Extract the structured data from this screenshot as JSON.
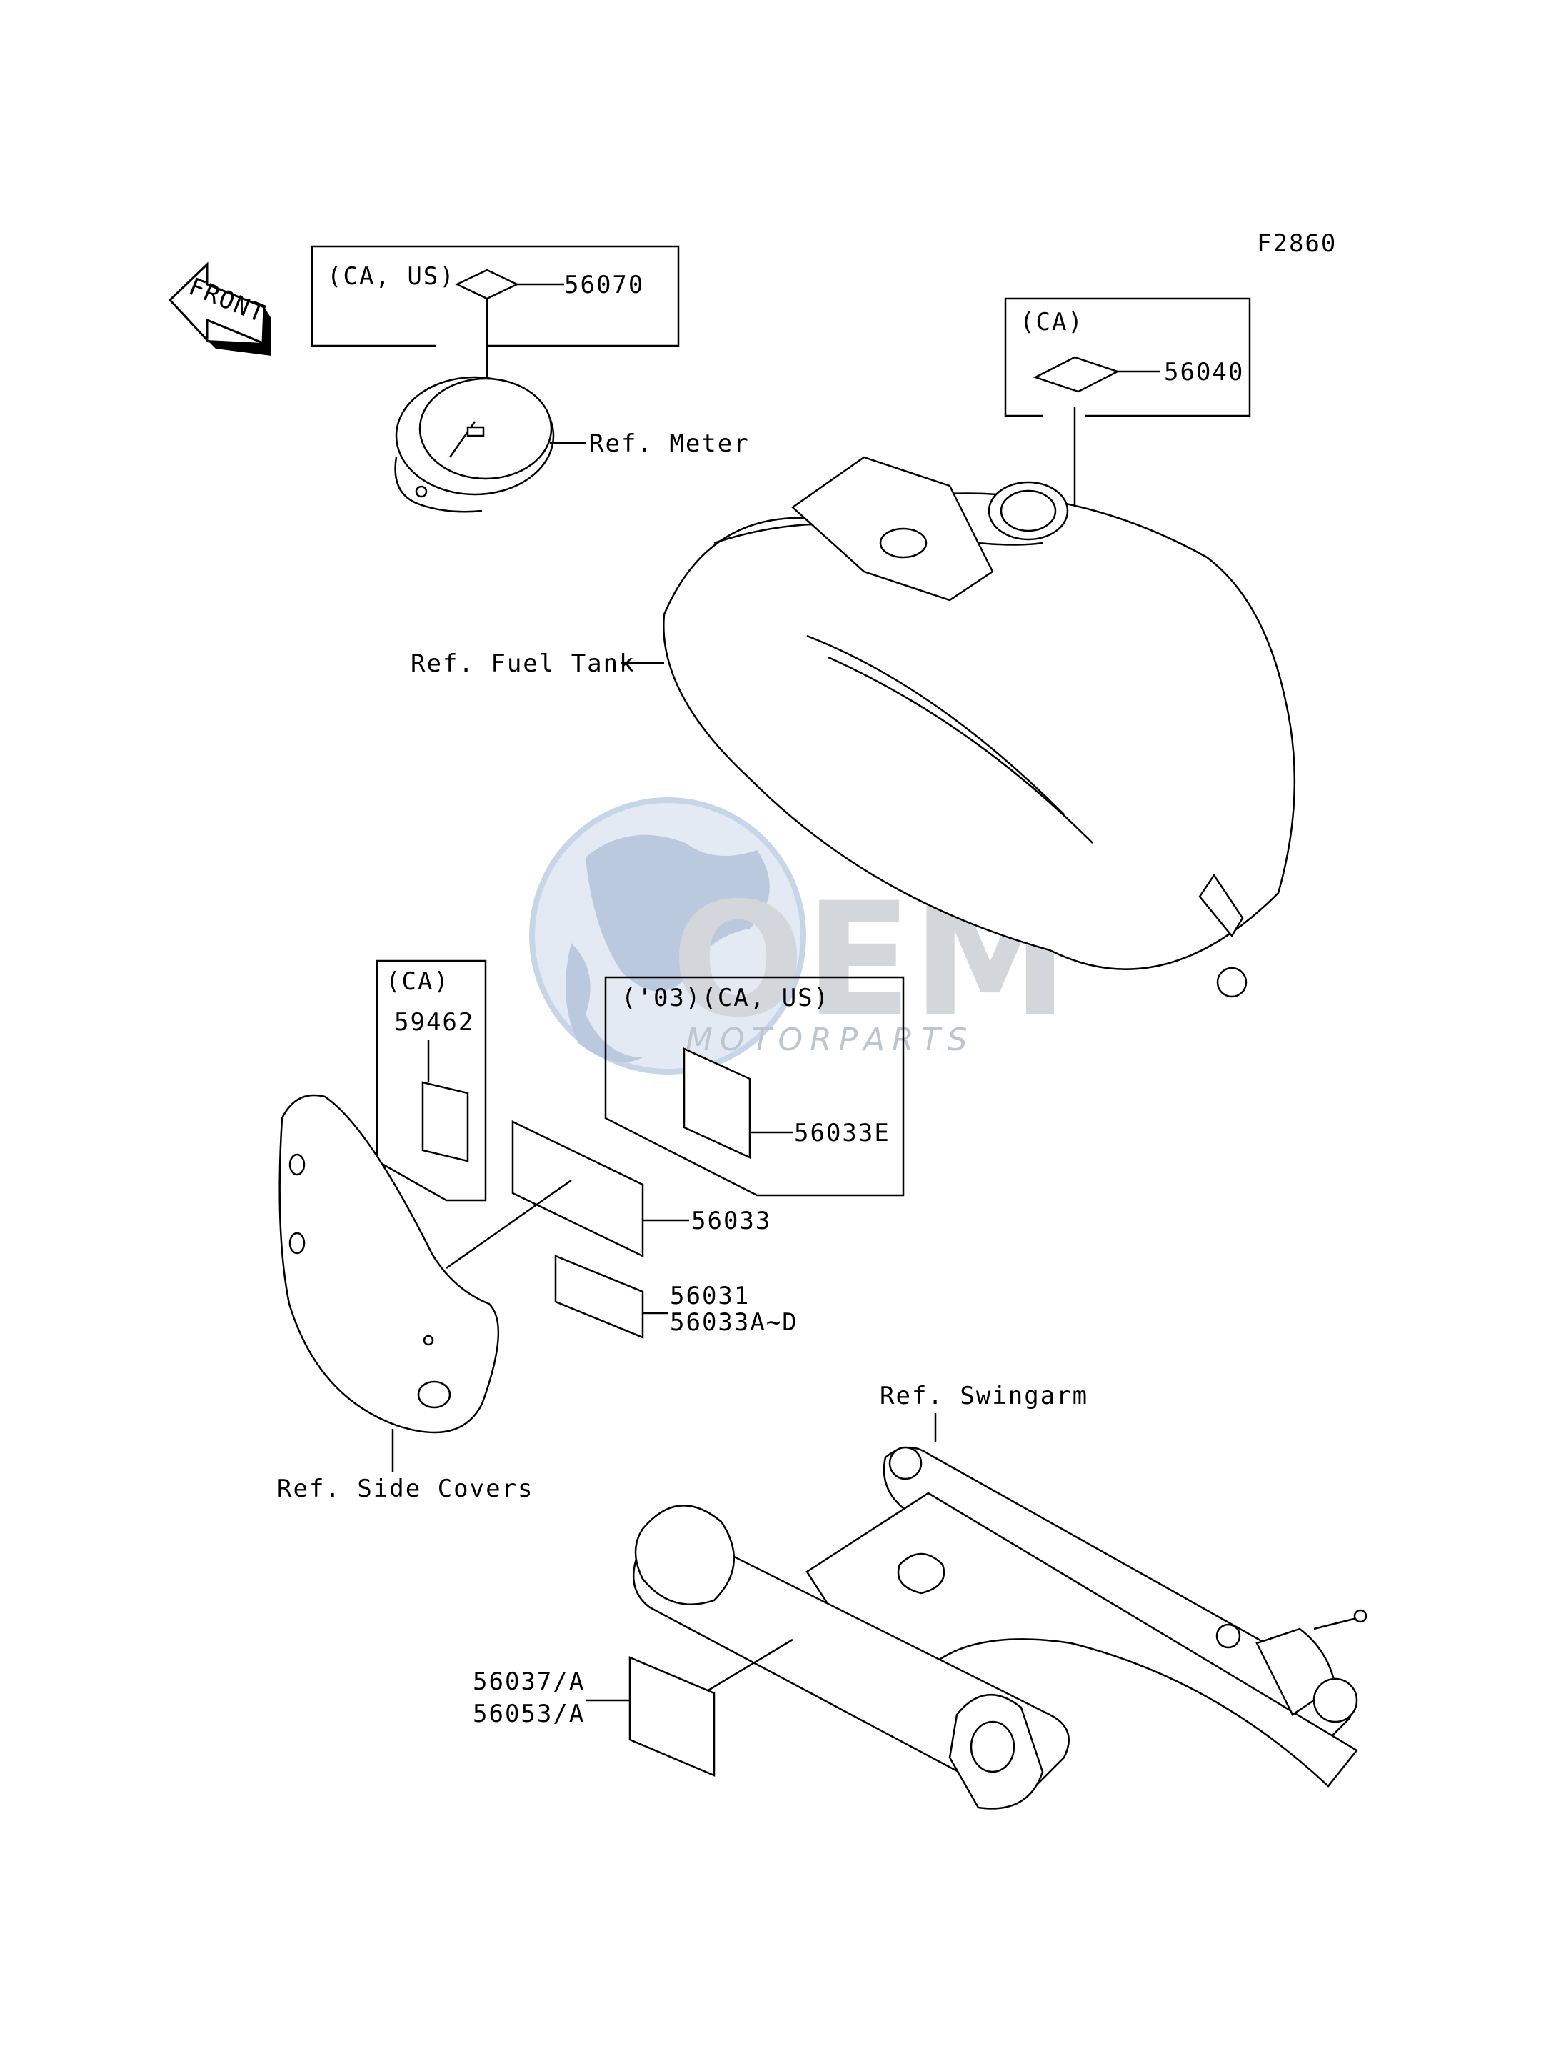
{
  "figure_code": "F2860",
  "front_arrow": "FRONT",
  "watermark": {
    "brand": "OEM",
    "sub": "MOTORPARTS"
  },
  "callouts": {
    "top_left_group": {
      "region": "(CA, US)",
      "part": "56070"
    },
    "top_right_group": {
      "region": "(CA)",
      "part": "56040"
    },
    "ref_meter": "Ref. Meter",
    "ref_fuel_tank": "Ref. Fuel  Tank",
    "left_small_group": {
      "region": "(CA)",
      "part": "59462"
    },
    "center_group": {
      "region": "('03)(CA, US)",
      "part": "56033E"
    },
    "part_56033": "56033",
    "part_56031": "56031",
    "part_56033AD": "56033A~D",
    "ref_side_covers": "Ref. Side  Covers",
    "ref_swingarm": "Ref. Swingarm",
    "part_56037A": "56037/A",
    "part_56053A": "56053/A"
  }
}
